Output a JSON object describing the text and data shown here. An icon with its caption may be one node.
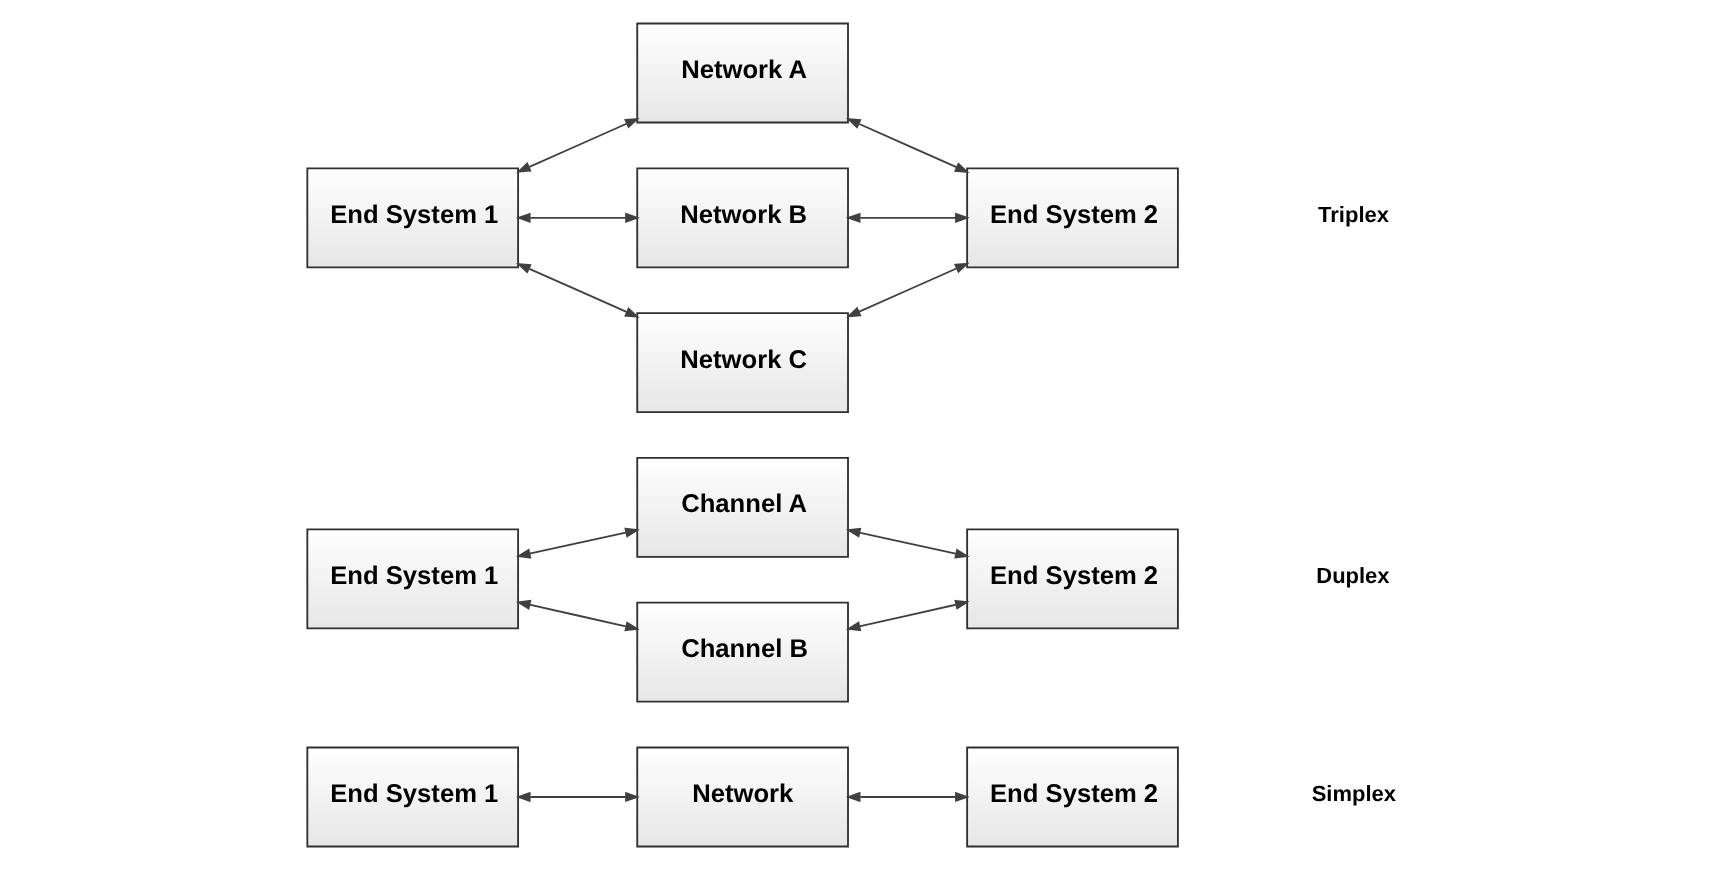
{
  "diagram": {
    "nodes": [
      {
        "text": [
          "End System 1"
        ]
      },
      {
        "text": [
          "Network"
        ]
      },
      {
        "text": [
          "End System 2"
        ]
      },
      {
        "text": [
          "End System 1"
        ]
      },
      {
        "text": [
          "Channel A"
        ]
      },
      {
        "text": [
          "Channel B"
        ]
      },
      {
        "text": [
          "End System 2"
        ]
      },
      {
        "text": [
          "End System 1"
        ]
      },
      {
        "text": [
          "Network A"
        ]
      },
      {
        "text": [
          "Network B"
        ]
      },
      {
        "text": [
          "Network C"
        ]
      },
      {
        "text": [
          "End System 2"
        ]
      }
    ],
    "edges": [
      {
        "from": 0,
        "to": 1,
        "arrow": "both"
      },
      {
        "from": 1,
        "to": 2,
        "arrow": "both"
      },
      {
        "from": 3,
        "to": 4,
        "arrow": "both"
      },
      {
        "from": 3,
        "to": 5,
        "arrow": "both"
      },
      {
        "from": 4,
        "to": 6,
        "arrow": "both"
      },
      {
        "from": 5,
        "to": 6,
        "arrow": "both"
      },
      {
        "from": 7,
        "to": 8,
        "arrow": "both"
      },
      {
        "from": 7,
        "to": 9,
        "arrow": "both"
      },
      {
        "from": 7,
        "to": 10,
        "arrow": "both"
      },
      {
        "from": 8,
        "to": 11,
        "arrow": "both"
      },
      {
        "from": 9,
        "to": 11,
        "arrow": "both"
      },
      {
        "from": 10,
        "to": 11,
        "arrow": "both"
      }
    ],
    "labels": [
      "Simplex",
      "Duplex",
      "Triplex"
    ]
  }
}
